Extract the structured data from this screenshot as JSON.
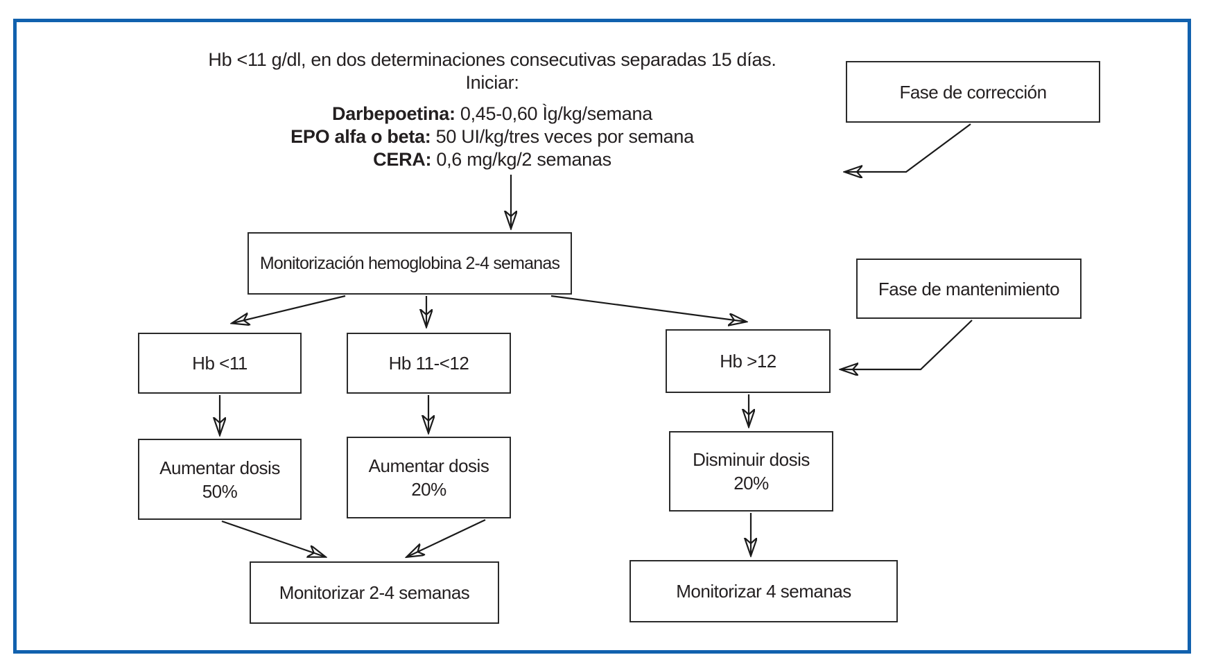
{
  "frame": {
    "border_color": "#1161ae"
  },
  "intro": {
    "line1": "Hb <11 g/dl, en dos determinaciones consecutivas separadas 15 días.",
    "line2": "Iniciar:",
    "drugs": [
      {
        "label": "Darbepoetina:",
        "value": "0,45-0,60  Ìg/kg/semana"
      },
      {
        "label": "EPO alfa o beta:",
        "value": "50 UI/kg/tres veces por semana"
      },
      {
        "label": "CERA:",
        "value": "0,6 mg/kg/2 semanas"
      }
    ]
  },
  "phases": {
    "correction": "Fase de corrección",
    "maintenance": "Fase de mantenimiento"
  },
  "nodes": {
    "monitor_initial": {
      "label": "Monitorización hemoglobina 2-4 semanas"
    },
    "hb_low": {
      "label": "Hb <11"
    },
    "hb_mid": {
      "label": "Hb 11-<12"
    },
    "hb_high": {
      "label": "Hb >12"
    },
    "increase_50": {
      "line1": "Aumentar dosis",
      "line2": "50%"
    },
    "increase_20": {
      "line1": "Aumentar dosis",
      "line2": "20%"
    },
    "decrease_20": {
      "line1": "Disminuir dosis",
      "line2": "20%"
    },
    "monitor_24": {
      "label": "Monitorizar 2-4 semanas"
    },
    "monitor_4": {
      "label": "Monitorizar 4 semanas"
    }
  }
}
